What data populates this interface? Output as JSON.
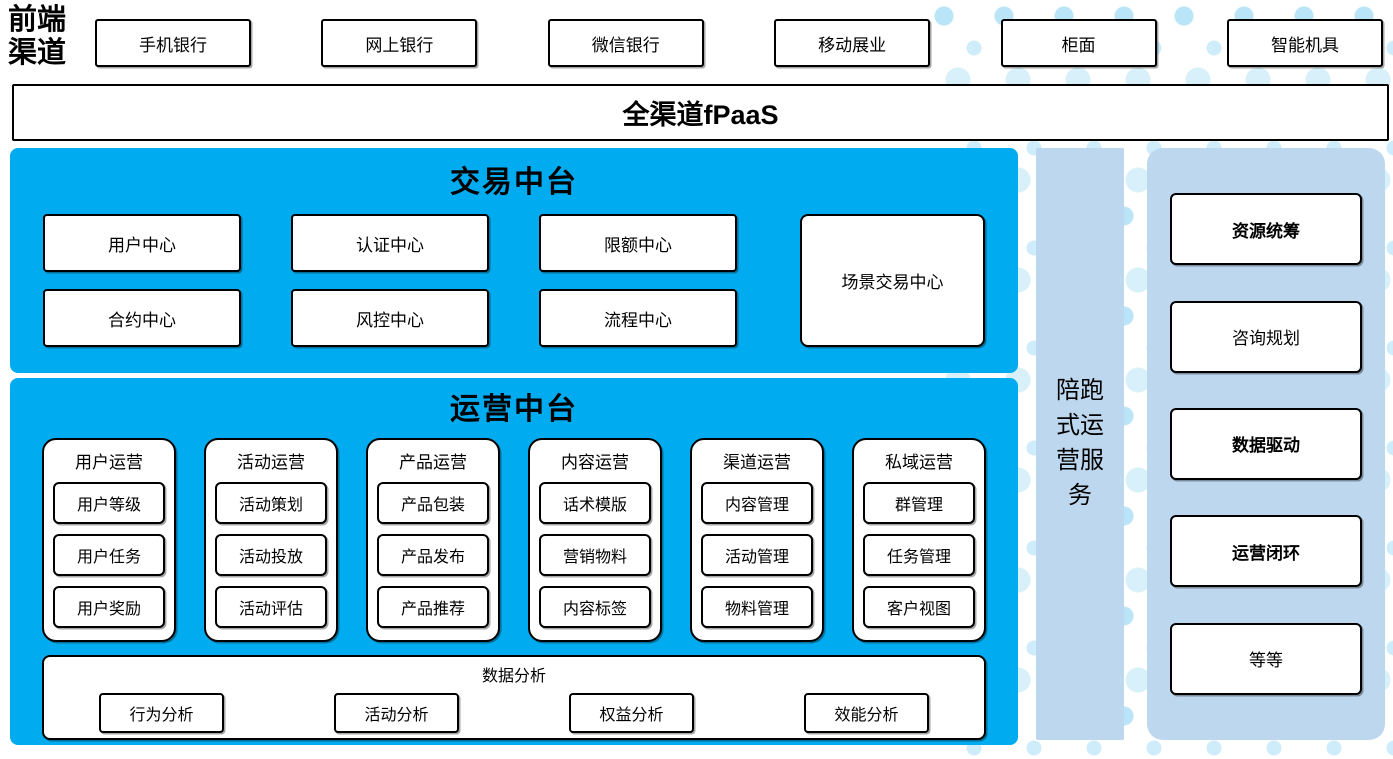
{
  "colors": {
    "primary_blue": "#00ACEF",
    "light_blue": "#BDD7EE",
    "dot_color": "#BCE4F6"
  },
  "front_channels": {
    "label": "前端渠道",
    "items": [
      "手机银行",
      "网上银行",
      "微信银行",
      "移动展业",
      "柜面",
      "智能机具"
    ]
  },
  "fpaas_bar": {
    "label": "全渠道fPaaS"
  },
  "transaction_platform": {
    "title": "交易中台",
    "centers": [
      "用户中心",
      "认证中心",
      "限额中心",
      "合约中心",
      "风控中心",
      "流程中心"
    ],
    "scene_center": "场景交易中心"
  },
  "operation_platform": {
    "title": "运营中台",
    "columns": [
      {
        "header": "用户运营",
        "items": [
          "用户等级",
          "用户任务",
          "用户奖励"
        ]
      },
      {
        "header": "活动运营",
        "items": [
          "活动策划",
          "活动投放",
          "活动评估"
        ]
      },
      {
        "header": "产品运营",
        "items": [
          "产品包装",
          "产品发布",
          "产品推荐"
        ]
      },
      {
        "header": "内容运营",
        "items": [
          "话术模版",
          "营销物料",
          "内容标签"
        ]
      },
      {
        "header": "渠道运营",
        "items": [
          "内容管理",
          "活动管理",
          "物料管理"
        ]
      },
      {
        "header": "私域运营",
        "items": [
          "群管理",
          "任务管理",
          "客户视图"
        ]
      }
    ],
    "analytics": {
      "title": "数据分析",
      "items": [
        "行为分析",
        "活动分析",
        "权益分析",
        "效能分析"
      ]
    }
  },
  "side_strip": {
    "label": "陪跑式运营服务"
  },
  "right_panel": {
    "items": [
      {
        "label": "资源统筹",
        "bold": true
      },
      {
        "label": "咨询规划",
        "bold": false
      },
      {
        "label": "数据驱动",
        "bold": true
      },
      {
        "label": "运营闭环",
        "bold": true
      },
      {
        "label": "等等",
        "bold": false
      }
    ]
  }
}
